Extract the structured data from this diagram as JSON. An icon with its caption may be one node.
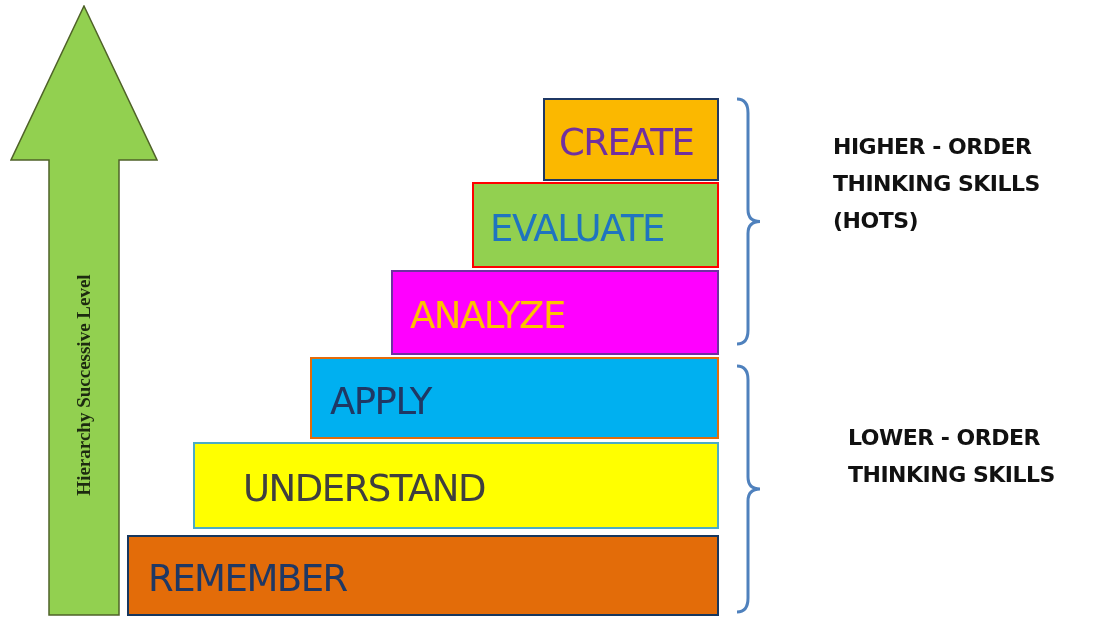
{
  "diagram": {
    "nodes": [
      {
        "text": [
          "Hierarchy Successive Level"
        ]
      },
      {
        "text": [
          "CREATE"
        ]
      },
      {
        "text": [
          "EVALUATE"
        ]
      },
      {
        "text": [
          "ANALYZE"
        ]
      },
      {
        "text": [
          "APPLY"
        ]
      },
      {
        "text": [
          "UNDERSTAND"
        ]
      },
      {
        "text": [
          "REMEMBER"
        ]
      }
    ],
    "labels": [
      "HIGHER - ORDER THINKING SKILLS (HOTS)",
      "LOWER - ORDER THINKING SKILLS"
    ]
  }
}
